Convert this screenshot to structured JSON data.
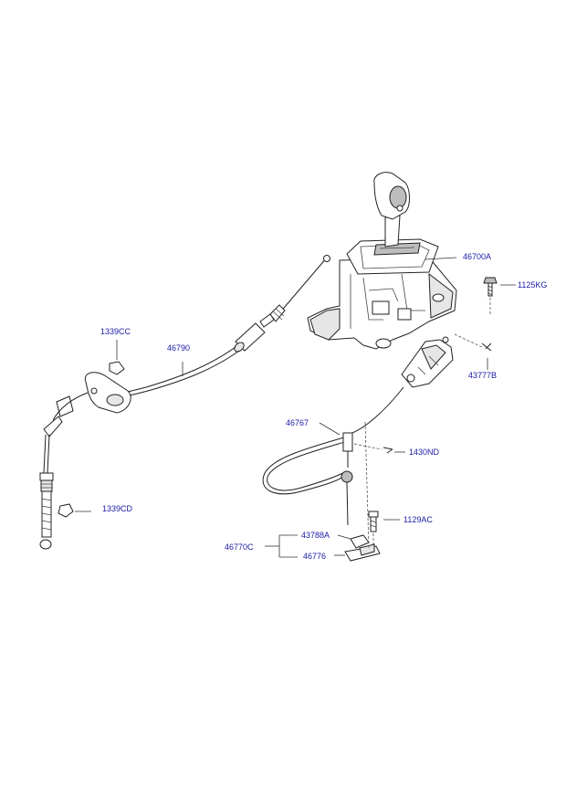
{
  "parts": [
    {
      "id": "p46700A",
      "code": "46700A"
    },
    {
      "id": "p1125KG",
      "code": "1125KG"
    },
    {
      "id": "p43777B",
      "code": "43777B"
    },
    {
      "id": "p1339CC",
      "code": "1339CC"
    },
    {
      "id": "p46790",
      "code": "46790"
    },
    {
      "id": "p46767",
      "code": "46767"
    },
    {
      "id": "p1430ND",
      "code": "1430ND"
    },
    {
      "id": "p1339CD",
      "code": "1339CD"
    },
    {
      "id": "p1129AC",
      "code": "1129AC"
    },
    {
      "id": "p43788A",
      "code": "43788A"
    },
    {
      "id": "p46770C",
      "code": "46770C"
    },
    {
      "id": "p46776",
      "code": "46776"
    }
  ],
  "colors": {
    "label": "#1a1aa6",
    "line": "#222222"
  }
}
